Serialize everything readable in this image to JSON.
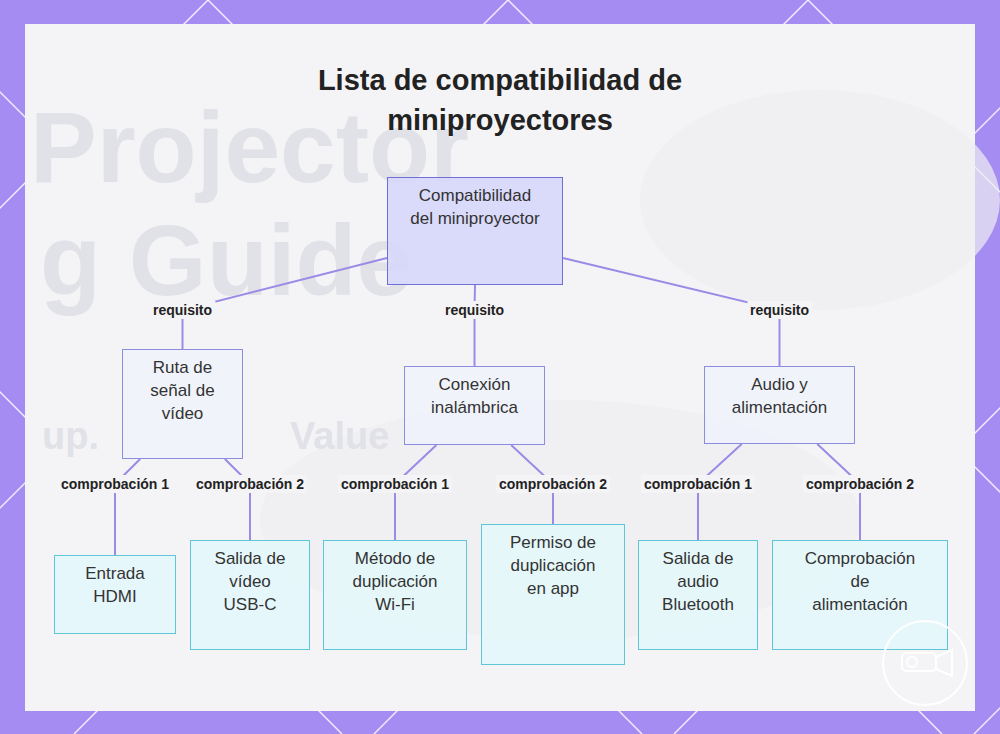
{
  "diagram": {
    "title": "Lista de compatibilidad de miniproyectores",
    "nodes": [
      {
        "text": [
          "Compatibilidad del miniproyector"
        ]
      },
      {
        "text": [
          "Ruta de señal de vídeo"
        ]
      },
      {
        "text": [
          "Conexión inalámbrica"
        ]
      },
      {
        "text": [
          "Audio y alimentación"
        ]
      },
      {
        "text": [
          "Entrada HDMI"
        ]
      },
      {
        "text": [
          "Salida de vídeo USB-C"
        ]
      },
      {
        "text": [
          "Método de duplicación Wi-Fi"
        ]
      },
      {
        "text": [
          "Permiso de duplicación en app"
        ]
      },
      {
        "text": [
          "Salida de audio Bluetooth"
        ]
      },
      {
        "text": [
          "Comprobación de alimentación"
        ]
      }
    ],
    "edges": [
      {
        "from": 0,
        "to": 1,
        "label": "requisito",
        "arrow": "none"
      },
      {
        "from": 0,
        "to": 2,
        "label": "requisito",
        "arrow": "none"
      },
      {
        "from": 0,
        "to": 3,
        "label": "requisito",
        "arrow": "none"
      },
      {
        "from": 1,
        "to": 4,
        "label": "comprobación 1",
        "arrow": "none"
      },
      {
        "from": 1,
        "to": 5,
        "label": "comprobación 2",
        "arrow": "none"
      },
      {
        "from": 2,
        "to": 6,
        "label": "comprobación 1",
        "arrow": "none"
      },
      {
        "from": 2,
        "to": 7,
        "label": "comprobación 2",
        "arrow": "none"
      },
      {
        "from": 3,
        "to": 8,
        "label": "comprobación 1",
        "arrow": "none"
      },
      {
        "from": 3,
        "to": 9,
        "label": "comprobación 2",
        "arrow": "none"
      }
    ],
    "labels": [
      "Projector",
      "g Guide",
      "up.",
      "Value"
    ]
  }
}
